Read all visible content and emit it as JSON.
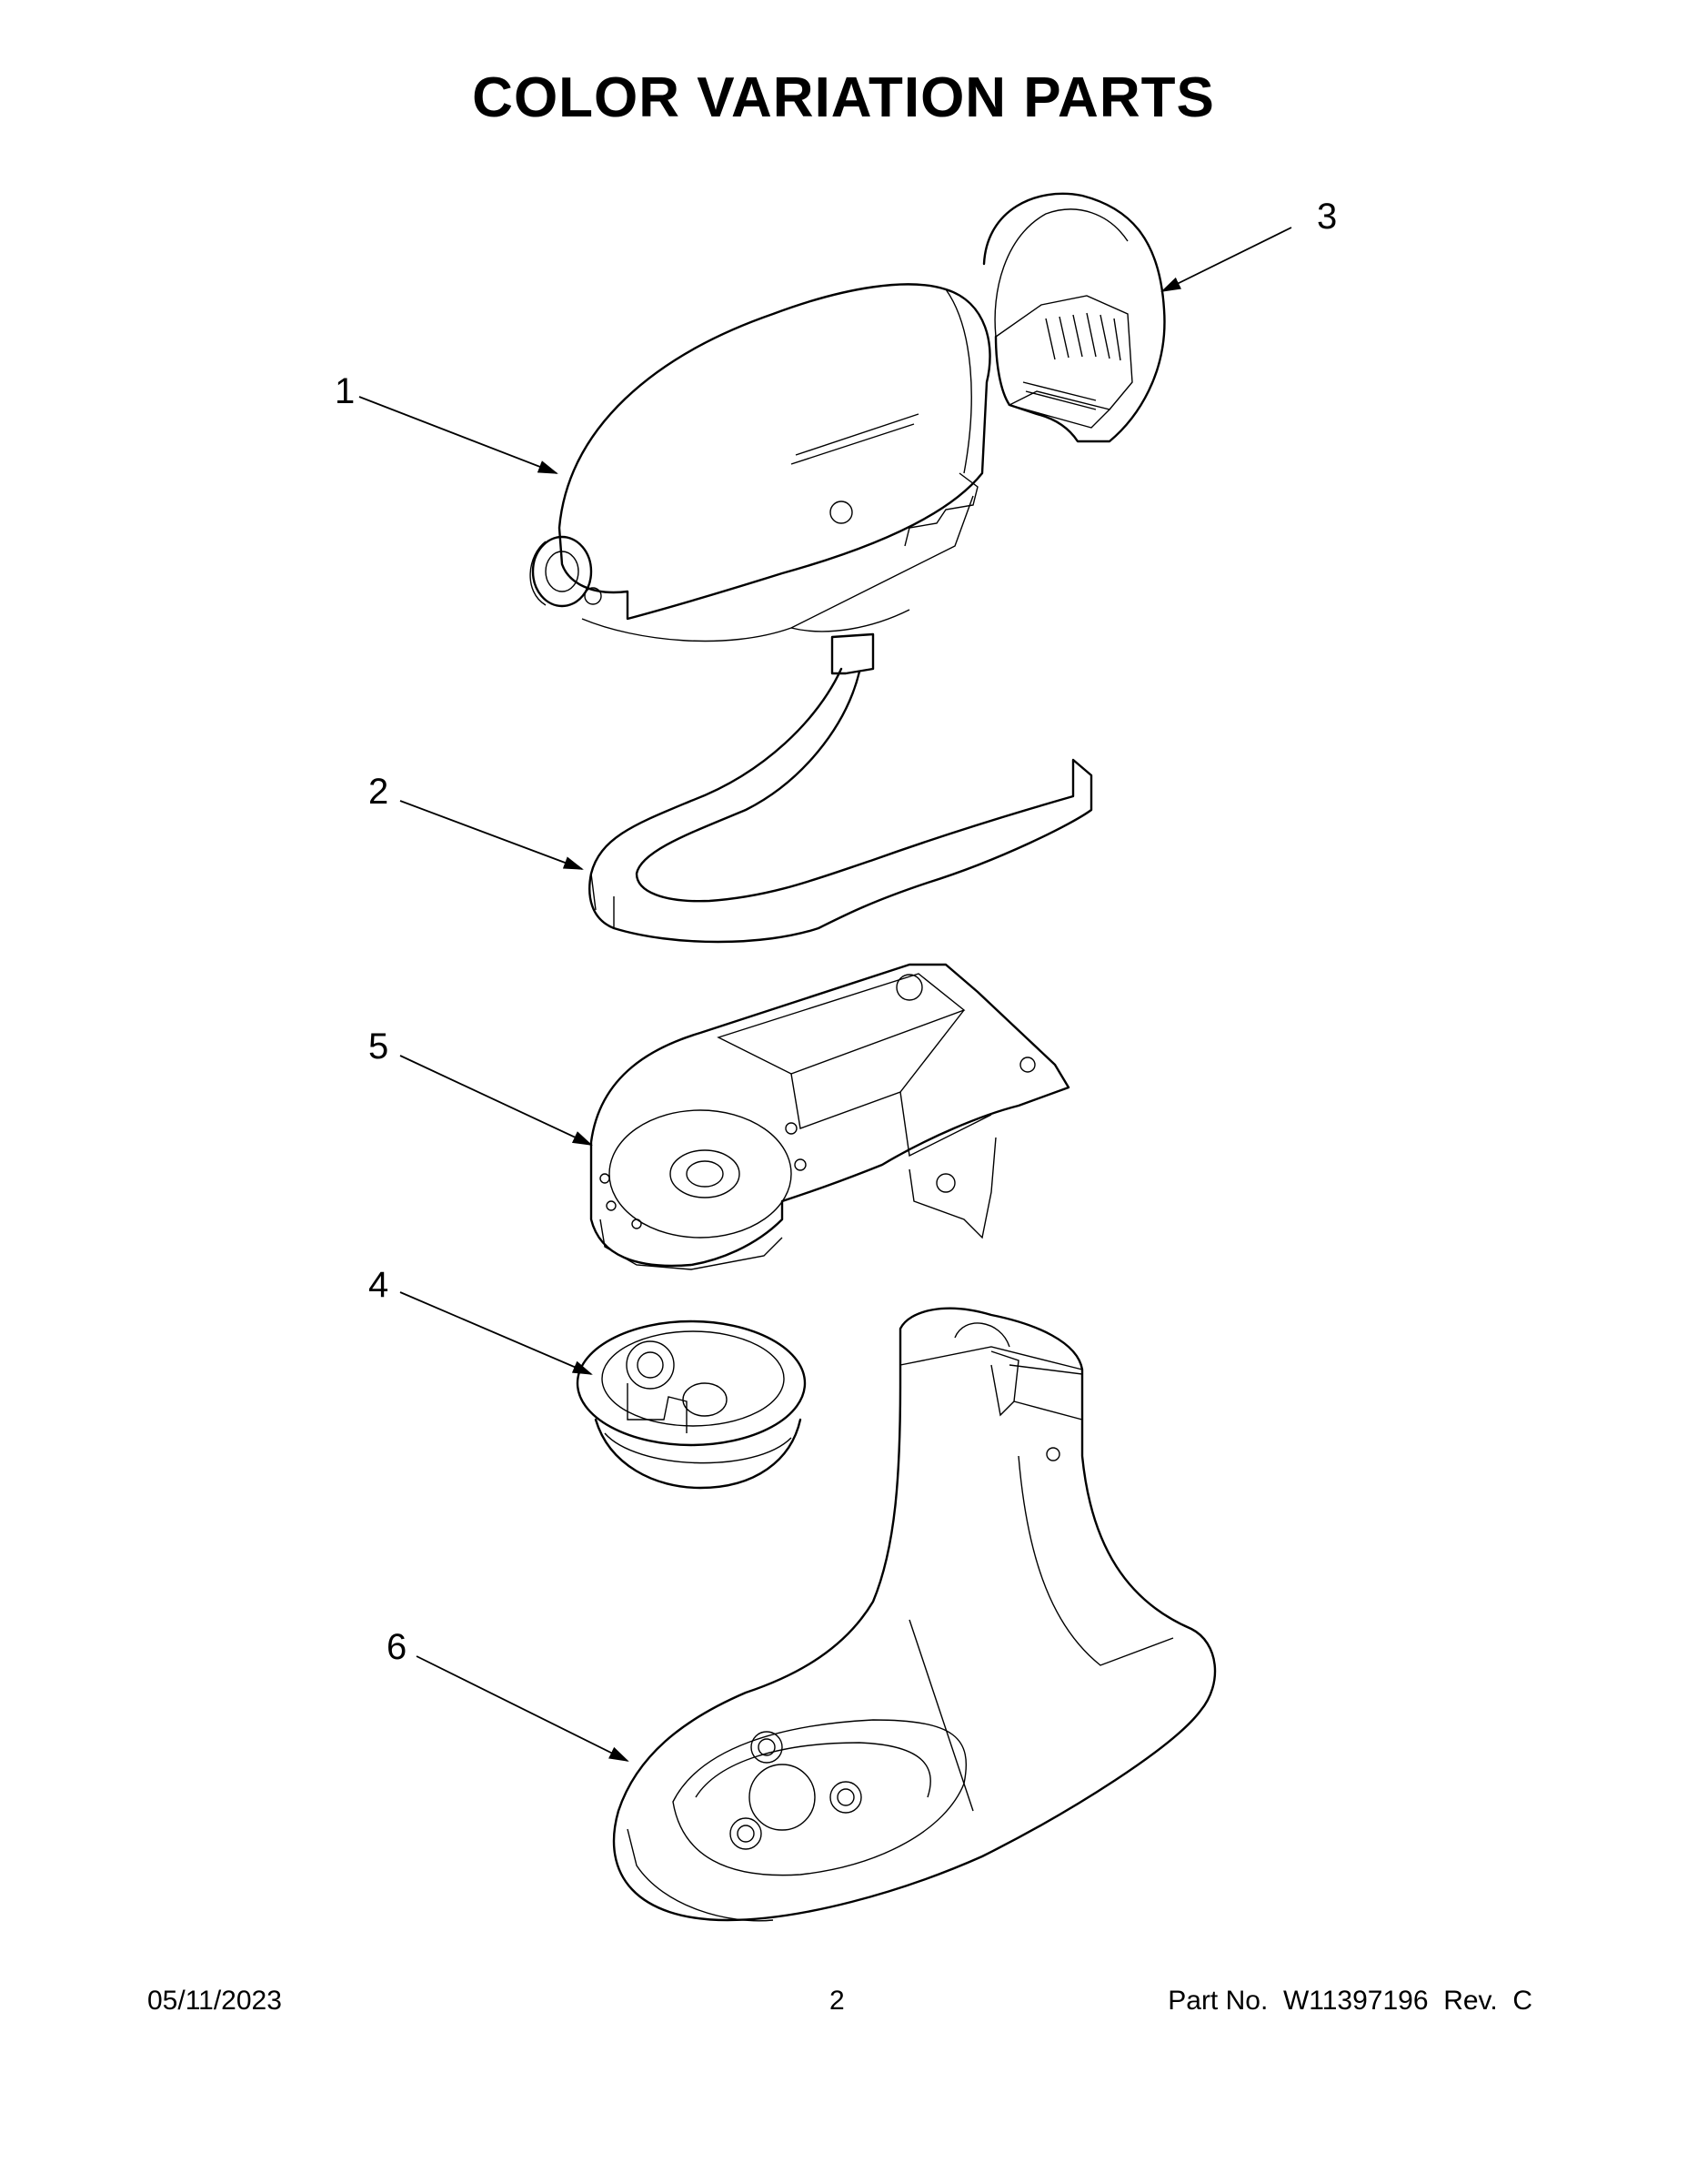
{
  "page": {
    "title": "COLOR VARIATION PARTS"
  },
  "callouts": [
    {
      "id": "1",
      "label": "1"
    },
    {
      "id": "2",
      "label": "2"
    },
    {
      "id": "3",
      "label": "3"
    },
    {
      "id": "4",
      "label": "4"
    },
    {
      "id": "5",
      "label": "5"
    },
    {
      "id": "6",
      "label": "6"
    }
  ],
  "footer": {
    "date": "05/11/2023",
    "page_number": "2",
    "part_number": "Part No.  W11397196  Rev.  C"
  }
}
